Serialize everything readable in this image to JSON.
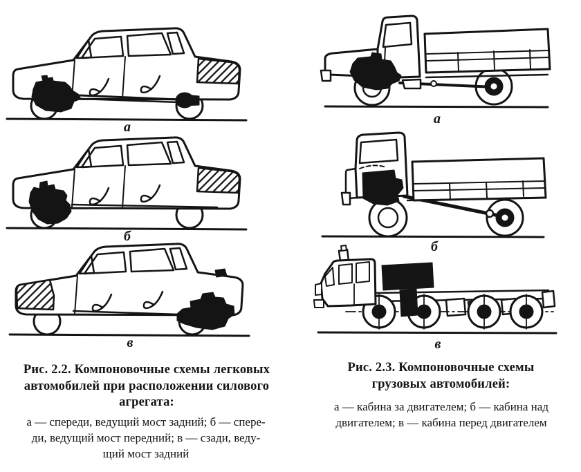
{
  "colors": {
    "paper": "#ffffff",
    "ink": "#141414"
  },
  "figure_left": {
    "schemes": [
      {
        "label": "а"
      },
      {
        "label": "б"
      },
      {
        "label": "в"
      }
    ],
    "caption": {
      "lines": [
        "Рис. 2.2. Компоновочные схемы легковых",
        "автомобилей при расположении силового",
        "агрегата:"
      ]
    },
    "description": {
      "lines": [
        "а — спереди, ведущий мост задний; б — спере-",
        "ди, ведущий мост передний; в — сзади, веду-",
        "щий мост задний"
      ]
    }
  },
  "figure_right": {
    "schemes": [
      {
        "label": "а"
      },
      {
        "label": "б"
      },
      {
        "label": "в"
      }
    ],
    "caption": {
      "lines": [
        "Рис. 2.3. Компоновочные схемы",
        "грузовых автомобилей:"
      ]
    },
    "description": {
      "lines": [
        "а — кабина за двигателем; б — кабина над",
        "двигателем; в — кабина перед двигателем"
      ]
    }
  }
}
